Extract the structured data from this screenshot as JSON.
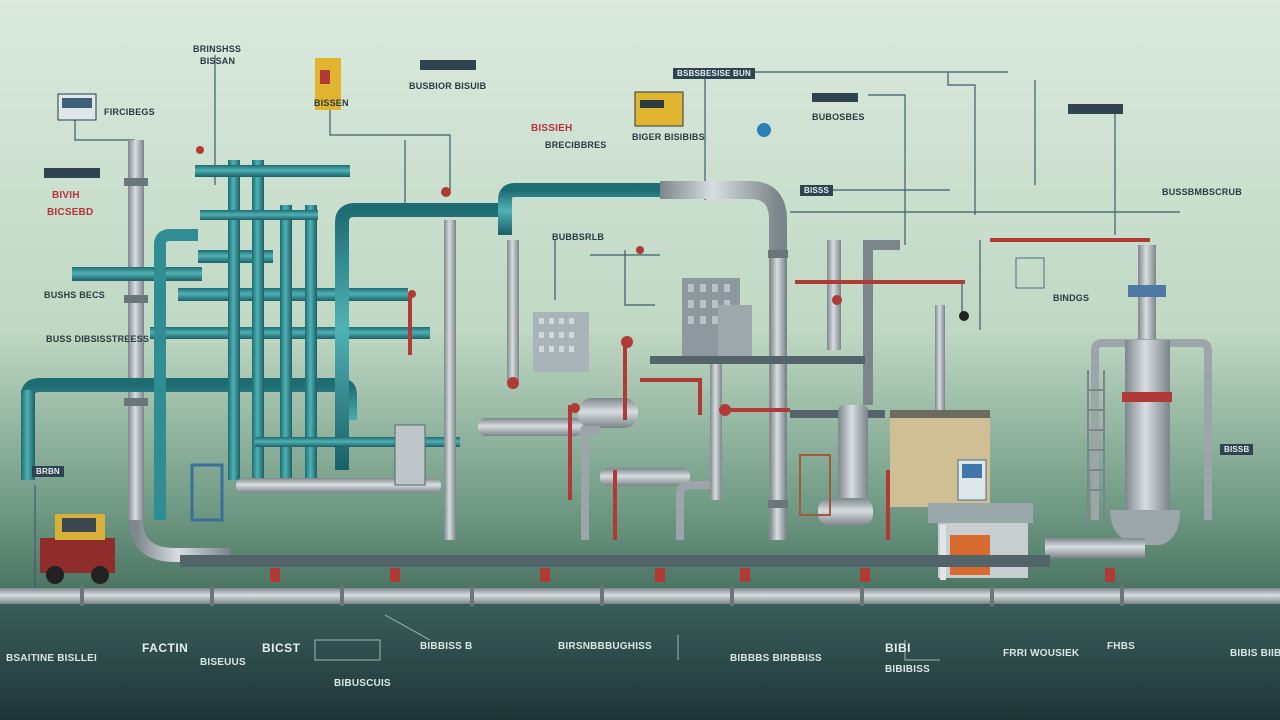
{
  "colors": {
    "sky_top": "#d7e7dc",
    "sky_bottom": "#5f8a78",
    "ground": "#2c4a4d",
    "pipe_teal": "#2f8d93",
    "pipe_grey": "#a9b2b6",
    "pipe_red": "#b03a35",
    "sign_yellow": "#e2b531",
    "annotation_line": "#3d5b6a"
  },
  "labels": {
    "top_center_left": "BRINSHSS",
    "top_sub_1": "BISSAN",
    "sign_left_caption": "BISSEN",
    "left_mid_red": "BIVIH",
    "left_mid_red_sub": "BICSEBD",
    "left_top_small": "FIRCIBEGS",
    "mid_red_title": "BISSIEH",
    "mid_caption_a": "BUSBIOR BISUIB",
    "mid_caption_b": "BRECIBBRES",
    "mid_caption_c": "BUBBSRLB",
    "yellow_sign_caption": "BIGER BISIBIBS",
    "top_right_box_a": "BSBSBESISE BUN",
    "top_right_box_b": "BUBOSBES",
    "right_header": "BUSSBMBSCRUB",
    "right_tag": "BINDGS",
    "right_small_tag": "BISSS",
    "far_right_label": "BISSB",
    "left_lower_tag": "BRBN",
    "left_list_a": "BUSHS BECS",
    "left_pipe_caption": "BUSS DIBSISSTREESS",
    "bottom_1": "BSAITINE BISLLEI",
    "bottom_2": "FACTIN",
    "bottom_3": "BISEUUS",
    "bottom_4": "BICST",
    "bottom_5": "BIBUSCUIS",
    "bottom_6": "BIBBISS B",
    "bottom_7": "BIRSNBBBUGHISS",
    "bottom_8": "BIBBBS BIRBBISS",
    "bottom_9": "BIBI",
    "bottom_10": "BIBIBISS",
    "bottom_11": "FRRI WOUSIEK",
    "bottom_12": "FHBS",
    "bottom_13": "BIBIS BIIBB"
  }
}
